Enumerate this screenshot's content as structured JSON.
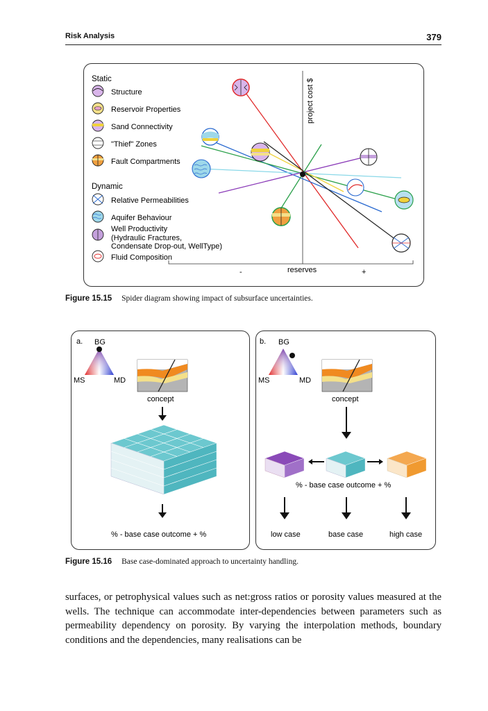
{
  "header": {
    "title": "Risk Analysis",
    "page_number": "379"
  },
  "figure_15_15": {
    "label": "Figure 15.15",
    "caption": "Spider diagram showing impact of subsurface uncertainties.",
    "static_heading": "Static",
    "static_items": [
      "Structure",
      "Reservoir Properties",
      "Sand Connectivity",
      "\"Thief\" Zones",
      "Fault Compartments"
    ],
    "dynamic_heading": "Dynamic",
    "dynamic_items": [
      "Relative Permeabilities",
      "Aquifer Behaviour",
      "Well Productivity",
      "(Hydraulic Fractures,",
      "Condensate Drop-out, WellType)",
      "Fluid Composition"
    ],
    "y_axis_label": "project cost $",
    "x_axis_label": "reserves",
    "x_minus": "-",
    "x_plus": "+",
    "colors": {
      "structure": "#e02a2a",
      "reservoir": "#f0d23c",
      "sand": "#b88ad0",
      "thief": "#2a2a2a",
      "fault": "#e07a20",
      "relperm": "#2a6ad0",
      "aquifer": "#8ad8e8",
      "well": "#8a3ab8",
      "fluid": "#2aa04a"
    }
  },
  "figure_15_16": {
    "label": "Figure 15.16",
    "caption": "Base case-dominated approach to uncertainty handling.",
    "panel_a": {
      "letter": "a.",
      "bg": "BG",
      "ms": "MS",
      "md": "MD",
      "concept": "concept",
      "outcome": "% - base case outcome + %"
    },
    "panel_b": {
      "letter": "b.",
      "bg": "BG",
      "ms": "MS",
      "md": "MD",
      "concept": "concept",
      "outcome": "% - base case outcome + %",
      "low": "low case",
      "base": "base case",
      "high": "high case"
    }
  },
  "body": {
    "paragraph": "surfaces, or petrophysical values such as net:gross ratios or porosity values measured at the wells. The technique can accommodate inter-dependencies between parameters such as permeability dependency on porosity. By varying the interpolation methods, boundary conditions and the dependencies, many realisations can be"
  }
}
